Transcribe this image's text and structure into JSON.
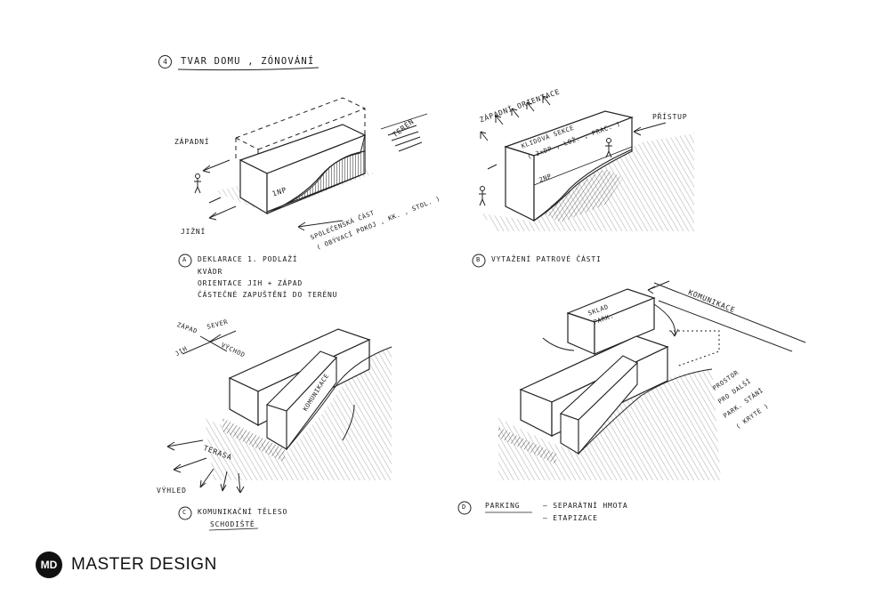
{
  "header": {
    "number": "4",
    "title": "TVAR DOMU , ZÓNOVÁNÍ"
  },
  "panel_a": {
    "marker": "A",
    "labels": {
      "west": "ZÁPADNÍ",
      "south": "JIŽNÍ",
      "terrain": "TERÉN",
      "floor": "1NP",
      "social_1": "SPOLEČENSKÁ ČÁST",
      "social_2": "( OBÝVACÍ POKOJ , KK. , STOL. )"
    },
    "caption": [
      "DEKLARACE 1. PODLAŽÍ",
      "KVÁDR",
      "ORIENTACE JIH + ZÁPAD",
      "ČÁSTEČNÉ ZAPUŠTĚNÍ DO TERÉNU"
    ]
  },
  "panel_b": {
    "marker": "B",
    "labels": {
      "west_orient": "ZÁPADNÍ ORIENTACE",
      "access": "PŘÍSTUP",
      "quiet_1": "KLIDOVÁ SEKCE",
      "quiet_2": "( 3xDP , LOŽ. , PRAC. )",
      "floor": "2NP"
    },
    "caption": "VYTAŽENÍ PATROVÉ ČÁSTI"
  },
  "panel_c": {
    "marker": "C",
    "labels": {
      "west": "ZÁPAD",
      "north": "SEVER",
      "south": "JIH",
      "east": "VÝCHOD",
      "communication": "KOMUNIKACE",
      "terrace": "TERASA",
      "view": "VÝHLED"
    },
    "caption": "KOMUNIKAČNÍ TĚLESO",
    "caption_sub": "SCHODIŠTĚ"
  },
  "panel_d": {
    "marker": "D",
    "labels": {
      "storage_1": "SKLAD",
      "storage_2": "PARK.",
      "road": "KOMUNIKACE",
      "space_1": "PROSTOR",
      "space_2": "PRO DALŠÍ",
      "space_3": "PARK. STÁNÍ",
      "space_4": "( KRYTÉ )"
    },
    "caption_word": "PARKING",
    "caption_1": "— SEPARÁTNÍ HMOTA",
    "caption_2": "— ETAPIZACE"
  },
  "brand": {
    "badge": "MD",
    "name": "MASTER DESIGN"
  }
}
